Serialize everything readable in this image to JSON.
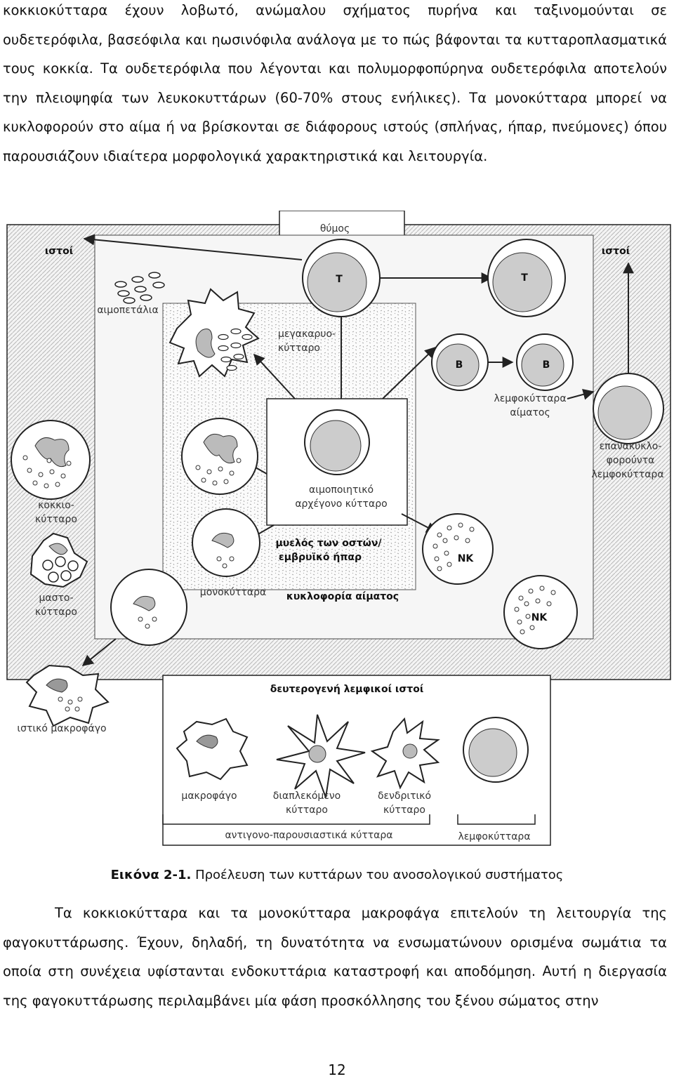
{
  "paragraph_top": "κοκκιοκύτταρα έχουν λοβωτό, ανώμαλου σχήματος πυρήνα και ταξινομούνται σε ουδετερόφιλα, βασεόφιλα και ηωσινόφιλα ανάλογα με το πώς βάφονται τα κυτταροπλασματικά τους κοκκία. Τα ουδετερόφιλα που λέγονται και πολυμορφοπύρηνα ουδετερόφιλα αποτελούν την πλειοψηφία των λευκοκυττάρων (60-70% στους ενήλικες). Τα μονοκύτταρα μπορεί να κυκλοφορούν στο αίμα ή να βρίσκονται σε διάφορους ιστούς (σπλήνας, ήπαρ, πνεύμονες) όπου παρουσιάζουν ιδιαίτερα μορφολογικά χαρακτηριστικά και λειτουργία.",
  "figure": {
    "labels": {
      "thymus": "θύμος",
      "tissues_left": "ιστοί",
      "tissues_right": "ιστοί",
      "t_cell_1": "T",
      "t_cell_2": "T",
      "platelets": "αιμοπετάλια",
      "megakaryocyte_1": "μεγακαρυο-",
      "megakaryocyte_2": "κύτταρο",
      "b_cell_1": "B",
      "b_cell_2": "B",
      "blood_lymph_1": "λεμφοκύτταρα",
      "blood_lymph_2": "αίματος",
      "recirc_1": "επανακυκλο-",
      "recirc_2": "φορούντα",
      "recirc_3": "λεμφοκύτταρα",
      "stem_1": "αιμοποιητικό",
      "stem_2": "αρχέγονο κύτταρο",
      "granulocyte_1": "κοκκιο-",
      "granulocyte_2": "κύτταρο",
      "marrow_1": "μυελός των οστών/",
      "marrow_2": "εμβρυϊκό ήπαρ",
      "nk_1": "NK",
      "nk_2": "NK",
      "mast_1": "μαστο-",
      "mast_2": "κύτταρο",
      "monocytes": "μονοκύτταρα",
      "circulation": "κυκλοφορία αίματος",
      "secondary": "δευτερογενή λεμφικοί ιστοί",
      "tissue_macrophage": "ιστικό μακροφάγο",
      "macrophage": "μακροφάγο",
      "interdigitating_1": "διαπλεκόμενο",
      "interdigitating_2": "κύτταρο",
      "dendritic_1": "δενδριτικό",
      "dendritic_2": "κύτταρο",
      "apc": "αντιγονο-παρουσιαστικά κύτταρα",
      "lymphocytes": "λεμφοκύτταρα"
    }
  },
  "caption": {
    "label": "Εικόνα 2-1.",
    "text": " Προέλευση των κυττάρων του ανοσολογικού συστήματος"
  },
  "paragraph_bottom": "Τα κοκκιοκύτταρα και τα μονοκύτταρα μακροφάγα επιτελούν τη λειτουργία της φαγοκυττάρωσης. Έχουν, δηλαδή, τη δυνατότητα να ενσωματώνουν ορισμένα σωμάτια τα οποία στη συνέχεια υφίστανται ενδοκυττάρια καταστροφή και αποδόμηση. Αυτή η διεργασία της φαγοκυττάρωσης περιλαμβάνει μία φάση προσκόλλησης του ξένου σώματος στην",
  "page_number": "12"
}
